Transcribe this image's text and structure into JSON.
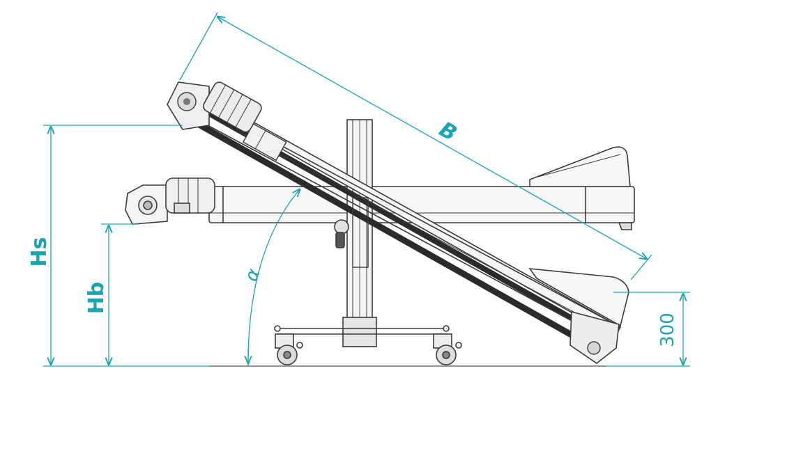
{
  "colors": {
    "dimension": "#1aa3b0",
    "machine_stroke": "#3a3a3a",
    "machine_fill": "#f2f2f2",
    "belt_dark": "#2b2b2b",
    "ground": "#555555"
  },
  "labels": {
    "belt_length": "B",
    "discharge_height": "Hs",
    "base_height": "Hb",
    "angle": "α",
    "clearance": "300"
  }
}
